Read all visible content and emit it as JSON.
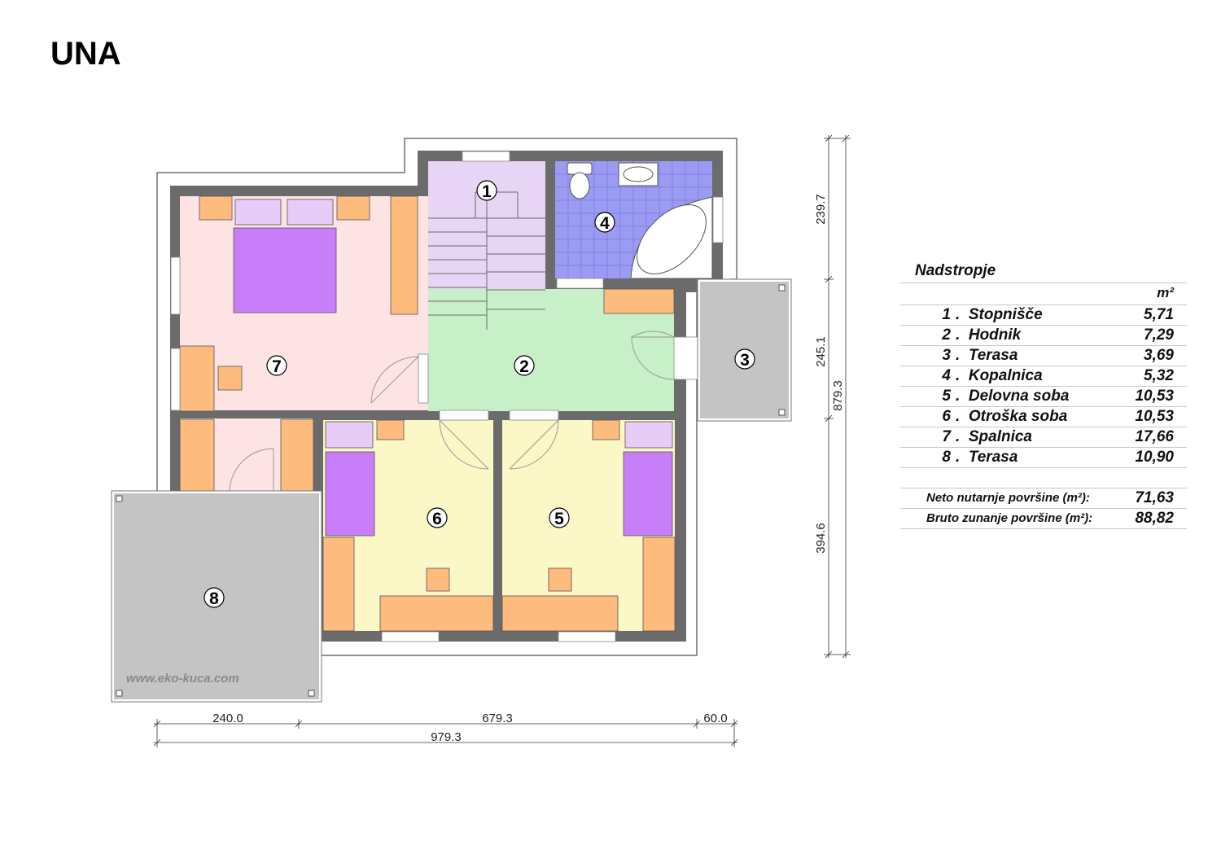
{
  "title": "UNA",
  "watermark": "www.eko-kuca.com",
  "rooms": [
    {
      "num": "1",
      "name": "Stopnišče",
      "area": "5,71"
    },
    {
      "num": "2",
      "name": "Hodnik",
      "area": "7,29"
    },
    {
      "num": "3",
      "name": "Terasa",
      "area": "3,69"
    },
    {
      "num": "4",
      "name": "Kopalnica",
      "area": "5,32"
    },
    {
      "num": "5",
      "name": "Delovna soba",
      "area": "10,53"
    },
    {
      "num": "6",
      "name": "Otroška soba",
      "area": "10,53"
    },
    {
      "num": "7",
      "name": "Spalnica",
      "area": "17,66"
    },
    {
      "num": "8",
      "name": "Terasa",
      "area": "10,90"
    }
  ],
  "legend": {
    "heading": "Nadstropje",
    "unit": "m²",
    "net_label": "Neto nutarnje površine (m²):",
    "net_value": "71,63",
    "gross_label": "Bruto zunanje površine (m²):",
    "gross_value": "88,82"
  },
  "dimensions": {
    "bottom_segments": [
      "240.0",
      "679.3",
      "60.0"
    ],
    "bottom_total": "979.3",
    "right_segments": [
      "239.7",
      "245.1",
      "394.6"
    ],
    "right_total": "879.3"
  },
  "colors": {
    "wall": "#6b6b6b",
    "bedroom": "#fde3e3",
    "hall": "#c8f0c8",
    "stairs": "#e8d4f4",
    "bath": "#9b9bf4",
    "kids": "#fbf7c6",
    "terrace": "#c4c4c4",
    "furniture": "#fdbb7e",
    "bed": "#c87ef8"
  }
}
